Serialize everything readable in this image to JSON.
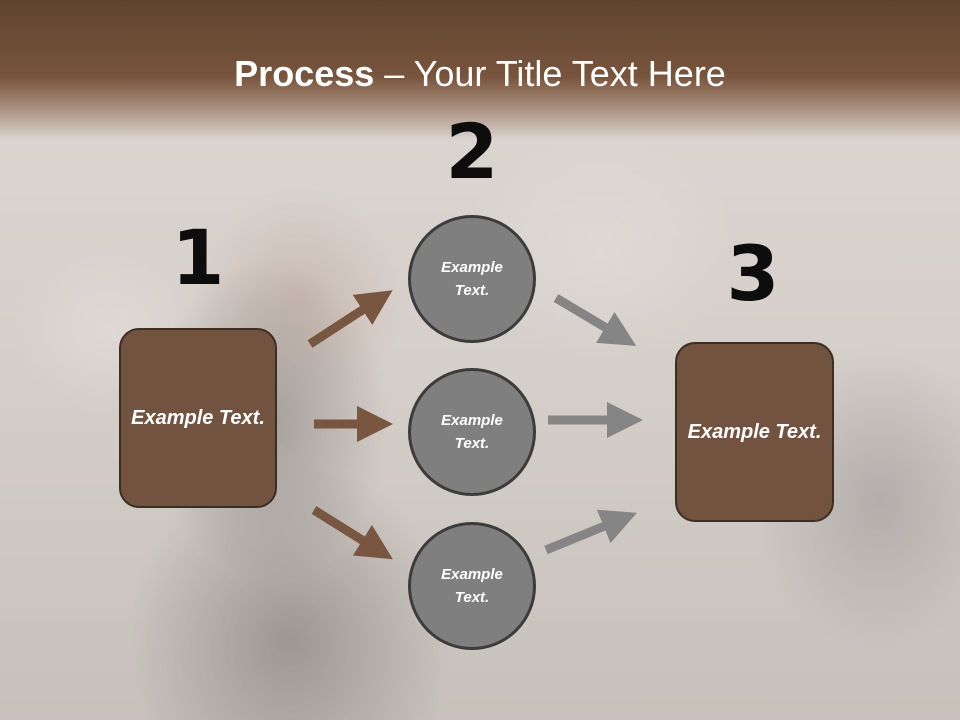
{
  "title": {
    "bold": "Process",
    "rest": " – Your Title Text Here"
  },
  "steps": {
    "one": "1",
    "two": "2",
    "three": "3"
  },
  "boxes": {
    "left": "Example Text.",
    "right": "Example Text."
  },
  "circles": {
    "top": "Example Text.",
    "middle": "Example Text.",
    "bottom": "Example Text."
  },
  "colors": {
    "title_band": "#6b4a34",
    "box_fill": "#72533f",
    "box_border": "#3d2e24",
    "circle_fill": "#7f7f7f",
    "circle_border": "#3c3c3c",
    "arrow_brown": "#785640",
    "arrow_gray": "#858585",
    "number_color": "#0d0d0d"
  },
  "icons": {
    "left_arrows": "arrow-right-icon",
    "right_arrows": "arrow-right-icon"
  }
}
